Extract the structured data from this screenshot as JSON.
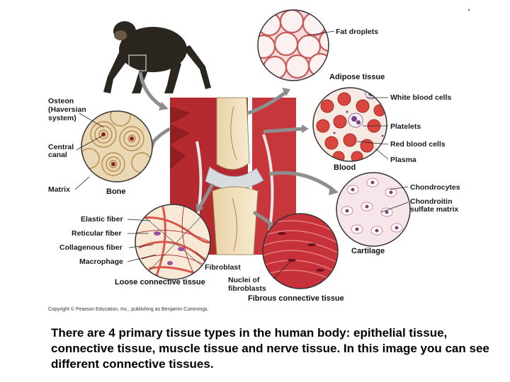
{
  "labels": {
    "adipose": {
      "fat_droplets": "Fat droplets",
      "title": "Adipose tissue"
    },
    "blood": {
      "wbc": "White blood cells",
      "platelets": "Platelets",
      "rbc": "Red blood cells",
      "plasma": "Plasma",
      "title": "Blood"
    },
    "bone": {
      "osteon_1": "Osteon",
      "osteon_2": "(Haversian",
      "osteon_3": "system)",
      "central_1": "Central",
      "central_2": "canal",
      "matrix": "Matrix",
      "title": "Bone"
    },
    "cartilage": {
      "chondrocytes": "Chondrocytes",
      "chondroitin_1": "Chondroitin",
      "chondroitin_2": "sulfate matrix",
      "title": "Cartilage"
    },
    "loose": {
      "elastic": "Elastic fiber",
      "reticular": "Reticular fiber",
      "collagenous": "Collagenous fiber",
      "macrophage": "Macrophage",
      "fibroblast": "Fibroblast",
      "title": "Loose connective tissue"
    },
    "fibrous": {
      "nuclei_1": "Nuclei of",
      "nuclei_2": "fibroblasts",
      "title": "Fibrous connective tissue"
    }
  },
  "copyright": "Copyright © Pearson Education, Inc., publishing as Benjamin Cummings.",
  "caption": "There are 4 primary tissue types in the human body: epithelial tissue, connective tissue, muscle tissue and nerve tissue. In this image you can see different connective tissues."
}
